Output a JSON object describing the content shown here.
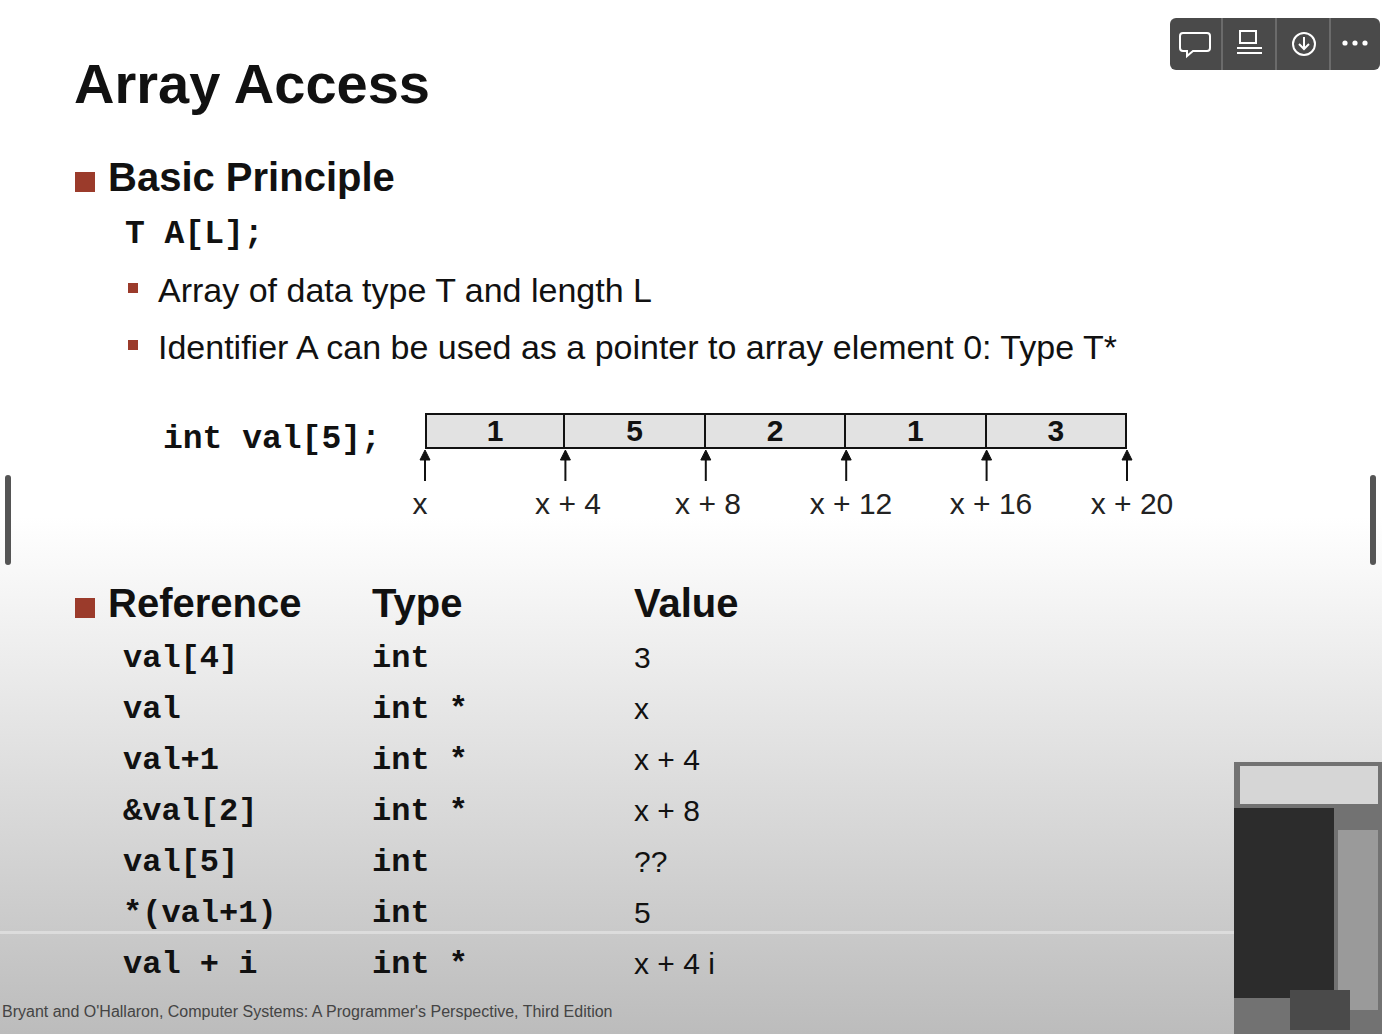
{
  "diagram": {
    "title": "Array Access",
    "nodes": [
      {
        "text": [
          "1"
        ]
      },
      {
        "text": [
          "5"
        ]
      },
      {
        "text": [
          "2"
        ]
      },
      {
        "text": [
          "1"
        ]
      },
      {
        "text": [
          "3"
        ]
      }
    ],
    "labels": [
      "Basic Principle",
      "T A[L];",
      "Array of data type T and length L",
      "Identifier A can be used as a pointer to array element 0: Type T*",
      "int val[5];",
      "x",
      "x + 4",
      "x + 8",
      "x + 12",
      "x + 16",
      "x + 20",
      "Reference",
      "Type",
      "Value",
      "val[4]",
      "int",
      "3",
      "val",
      "int *",
      "x",
      "val+1",
      "int *",
      "x + 4",
      "&val[2]",
      "int *",
      "x + 8",
      "val[5]",
      "int",
      "??",
      "*(val+1)",
      "int",
      "5",
      "val + i",
      "int *",
      "x + 4 i",
      "Bryant and O'Hallaron, Computer Systems: A Programmer's Perspective, Third Edition"
    ]
  }
}
